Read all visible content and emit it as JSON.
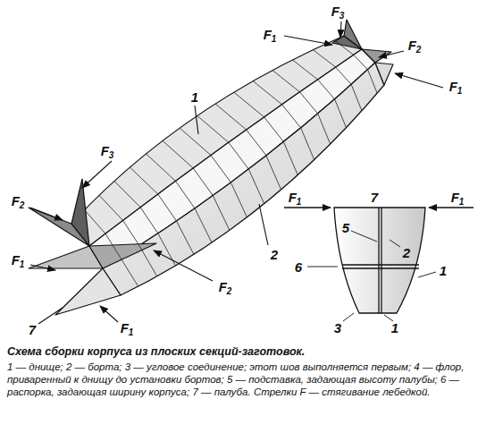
{
  "diagram": {
    "caption": "Схема сборки корпуса из плоских секций-заготовок.",
    "labels": [
      "F3",
      "F1",
      "F2",
      "F1",
      "1",
      "F3",
      "F2",
      "2",
      "F1",
      "F2",
      "7",
      "F1",
      "7",
      "F1",
      "F1",
      "5",
      "2",
      "6",
      "1",
      "3",
      "1",
      "1 — днище; 2 — борта; 3 — угловое соединение; этот шов выполняется первым; 4 — флор, приваренный к днищу до установки бортов; 5 — подставка, задающая высоту палубы; 6 — распорка, задающая ширину корпуса; 7 — палуба. Стрелки F — стягивание лебедкой."
    ]
  }
}
